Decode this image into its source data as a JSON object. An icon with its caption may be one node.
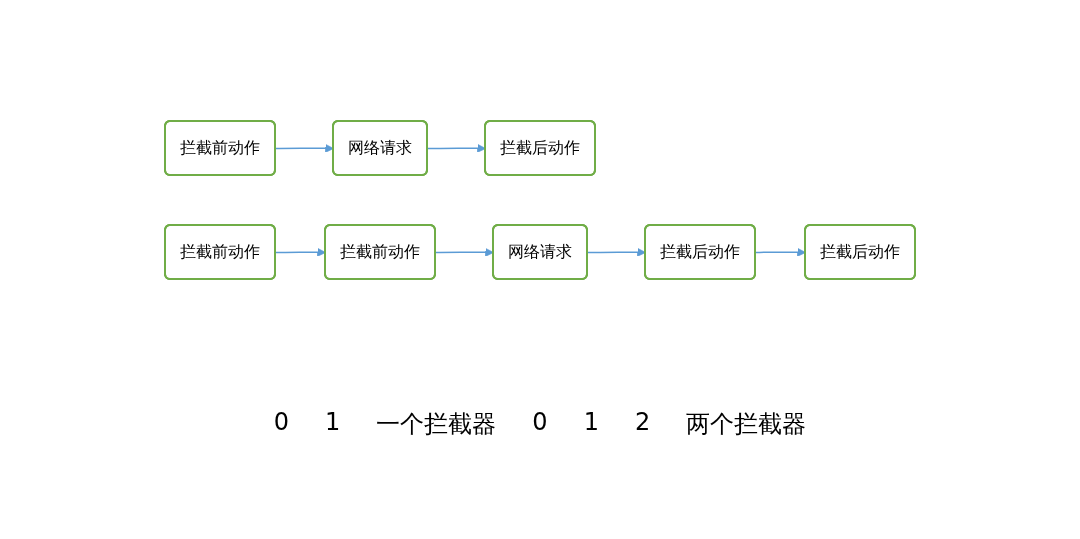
{
  "diagram": {
    "nodes": [
      {
        "text": [
          "拦截前动作"
        ]
      },
      {
        "text": [
          "网络请求"
        ]
      },
      {
        "text": [
          "拦截后动作"
        ]
      },
      {
        "text": [
          "拦截前动作"
        ]
      },
      {
        "text": [
          "拦截前动作"
        ]
      },
      {
        "text": [
          "网络请求"
        ]
      },
      {
        "text": [
          "拦截后动作"
        ]
      },
      {
        "text": [
          "拦截后动作"
        ]
      }
    ],
    "edges": [
      {
        "from": 0,
        "to": 1,
        "arrow": "to"
      },
      {
        "from": 1,
        "to": 2,
        "arrow": "to"
      },
      {
        "from": 3,
        "to": 4,
        "arrow": "to"
      },
      {
        "from": 4,
        "to": 5,
        "arrow": "to"
      },
      {
        "from": 5,
        "to": 6,
        "arrow": "to"
      },
      {
        "from": 6,
        "to": 7,
        "arrow": "to"
      }
    ],
    "labels": [
      "0",
      "1",
      "一个拦截器",
      "0",
      "1",
      "2",
      "两个拦截器"
    ]
  }
}
